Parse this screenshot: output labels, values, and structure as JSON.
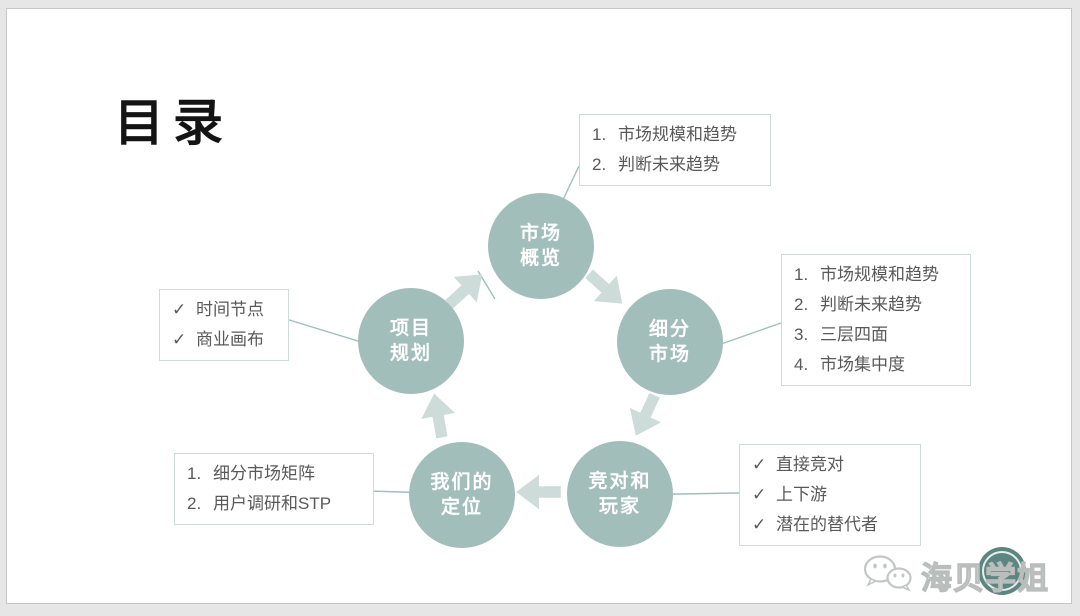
{
  "title": "目录",
  "cycle": {
    "nodes": {
      "overview": {
        "line1": "市场",
        "line2": "概览"
      },
      "segments": {
        "line1": "细分",
        "line2": "市场"
      },
      "competitors": {
        "line1": "竞对和",
        "line2": "玩家"
      },
      "positioning": {
        "line1": "我们的",
        "line2": "定位"
      },
      "planning": {
        "line1": "项目",
        "line2": "规划"
      }
    }
  },
  "callouts": {
    "overview": {
      "items": [
        {
          "marker": "1.",
          "text": "市场规模和趋势"
        },
        {
          "marker": "2.",
          "text": "判断未来趋势"
        }
      ]
    },
    "segments": {
      "items": [
        {
          "marker": "1.",
          "text": "市场规模和趋势"
        },
        {
          "marker": "2.",
          "text": "判断未来趋势"
        },
        {
          "marker": "3.",
          "text": "三层四面"
        },
        {
          "marker": "4.",
          "text": "市场集中度"
        }
      ]
    },
    "competitors": {
      "items": [
        {
          "marker": "✓",
          "text": "直接竞对"
        },
        {
          "marker": "✓",
          "text": "上下游"
        },
        {
          "marker": "✓",
          "text": "潜在的替代者"
        }
      ]
    },
    "positioning": {
      "items": [
        {
          "marker": "1.",
          "text": "细分市场矩阵"
        },
        {
          "marker": "2.",
          "text": "用户调研和STP"
        }
      ]
    },
    "planning": {
      "items": [
        {
          "marker": "✓",
          "text": "时间节点"
        },
        {
          "marker": "✓",
          "text": "商业画布"
        }
      ]
    }
  },
  "watermark": {
    "brand": "海贝学姐"
  },
  "colors": {
    "node_fill": "#a2bebb",
    "arrow_fill": "#cddcd9",
    "leader_line": "#9cc0bc",
    "box_border": "#cfdbd9",
    "box_text": "#595959",
    "badge_fill": "#5d8681"
  }
}
